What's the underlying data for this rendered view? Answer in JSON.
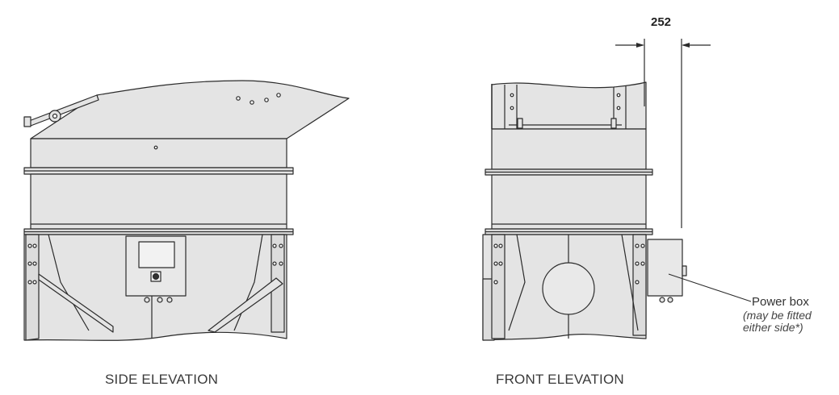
{
  "dimension": {
    "value": "252"
  },
  "callout": {
    "title": "Power box",
    "note_line1": "(may be fitted",
    "note_line2": "either side*)"
  },
  "captions": {
    "side": "SIDE ELEVATION",
    "front": "FRONT ELEVATION"
  },
  "colors": {
    "fill": "#e4e4e4",
    "stroke": "#2b2b2b",
    "background": "#ffffff"
  }
}
